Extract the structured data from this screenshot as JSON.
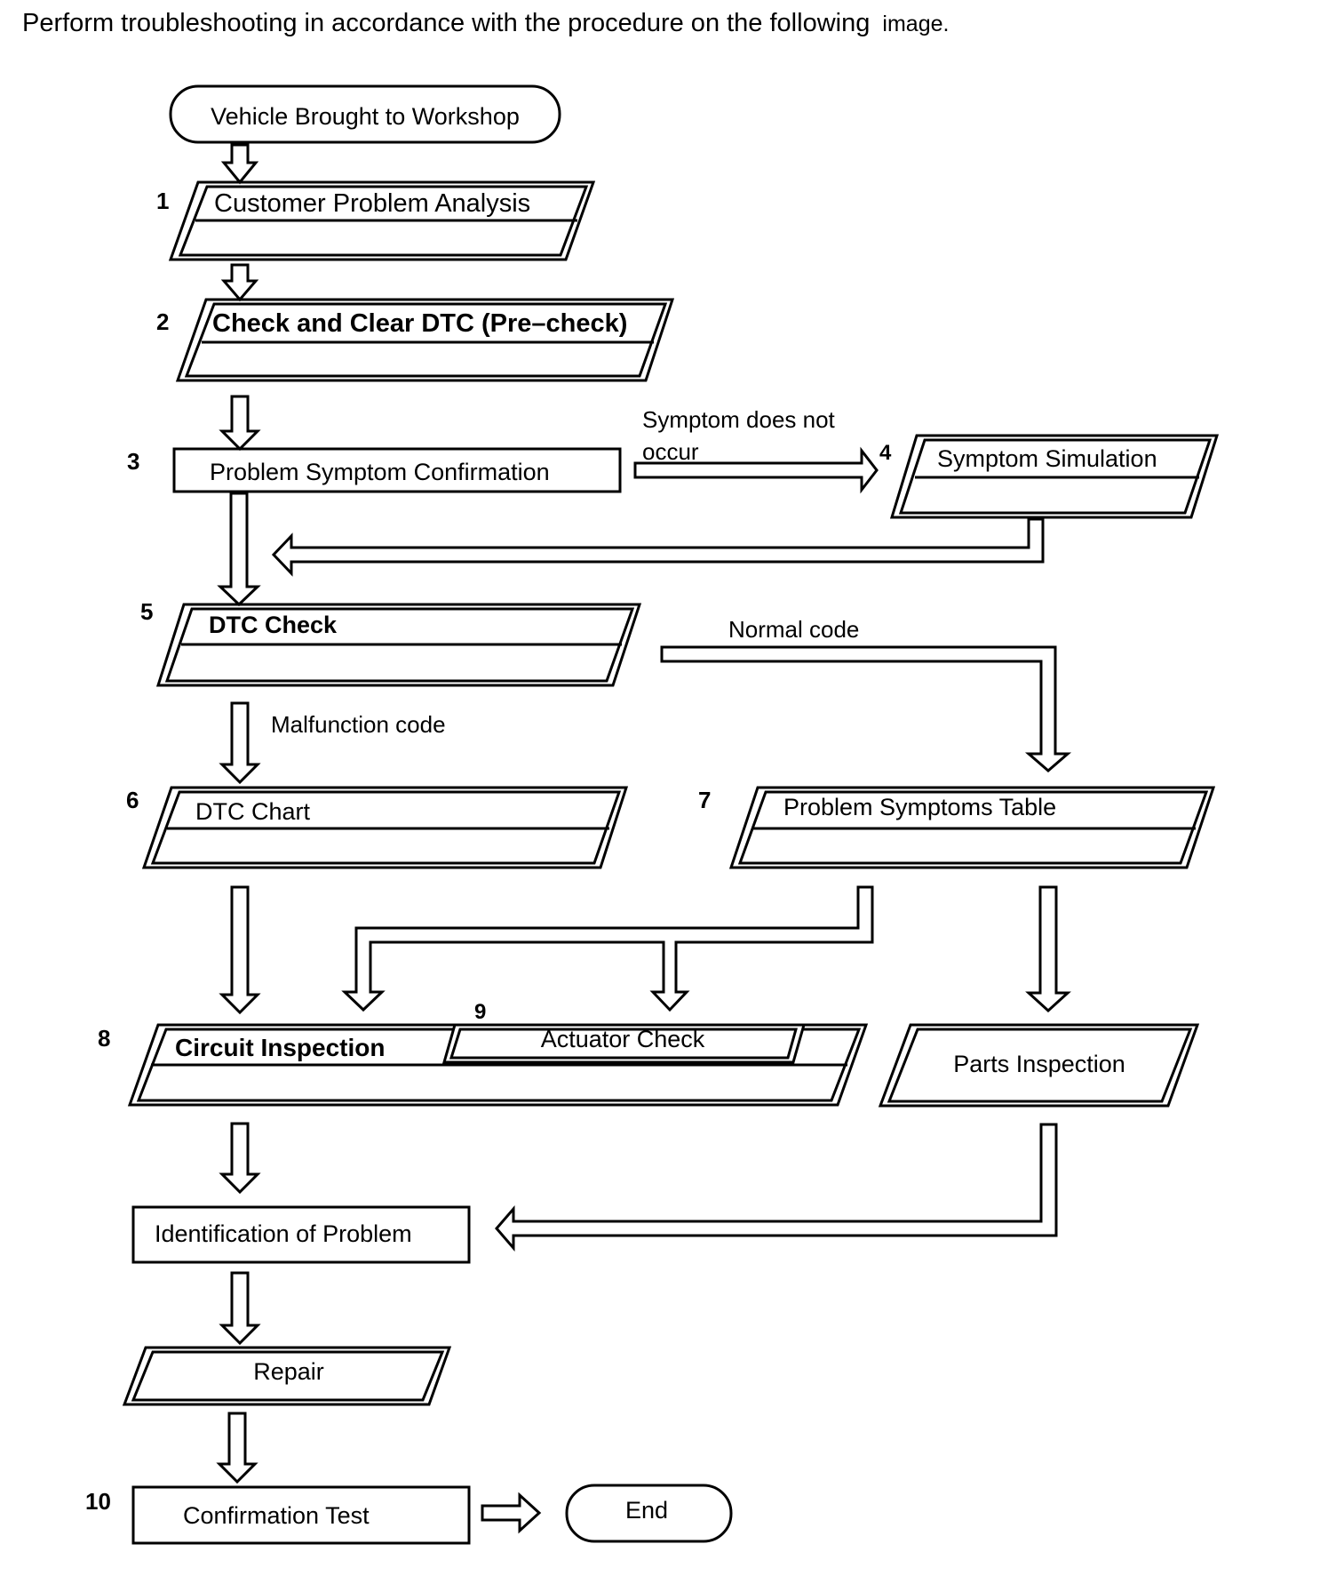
{
  "header": {
    "instruction_main": "Perform troubleshooting in accordance with the procedure on the following",
    "instruction_tail": "image."
  },
  "steps": {
    "start": {
      "label": "Vehicle Brought to Workshop"
    },
    "s1": {
      "num": "1",
      "label": "Customer Problem Analysis"
    },
    "s2": {
      "num": "2",
      "label": "Check and Clear DTC (Pre–check)"
    },
    "s3": {
      "num": "3",
      "label": "Problem Symptom Confirmation"
    },
    "s4": {
      "num": "4",
      "label": "Symptom Simulation"
    },
    "s5": {
      "num": "5",
      "label": "DTC Check"
    },
    "s6": {
      "num": "6",
      "label": "DTC Chart"
    },
    "s7": {
      "num": "7",
      "label": "Problem Symptoms Table"
    },
    "s8": {
      "num": "8",
      "label": "Circuit Inspection"
    },
    "s9": {
      "num": "9",
      "label": "Actuator Check"
    },
    "parts": {
      "label": "Parts Inspection"
    },
    "ident": {
      "label": "Identification of Problem"
    },
    "repair": {
      "label": "Repair"
    },
    "s10": {
      "num": "10",
      "label": "Confirmation Test"
    },
    "end": {
      "label": "End"
    }
  },
  "edges": {
    "symptom_not_occur_1": "Symptom does not",
    "symptom_not_occur_2": "occur",
    "normal_code": "Normal code",
    "malfunction_code": "Malfunction code"
  }
}
